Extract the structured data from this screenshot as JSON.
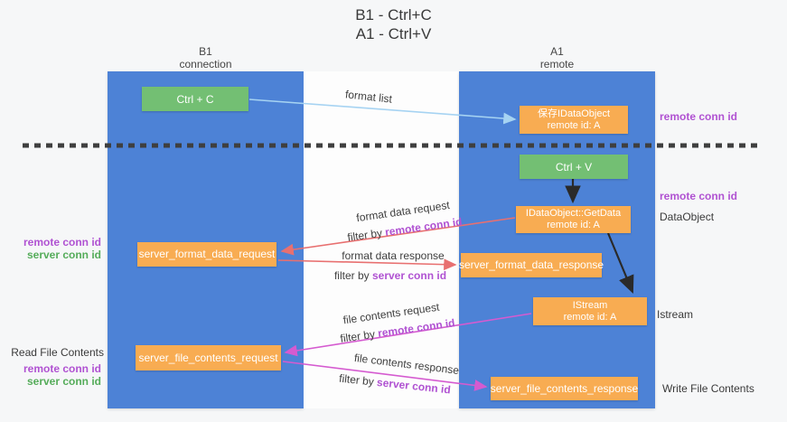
{
  "title": {
    "line1": "B1 - Ctrl+C",
    "line2": "A1 - Ctrl+V"
  },
  "columns": {
    "left": {
      "header_line1": "B1",
      "header_line2": "connection"
    },
    "right": {
      "header_line1": "A1",
      "header_line2": "remote"
    }
  },
  "boxes": {
    "ctrl_c": "Ctrl + C",
    "ctrl_v": "Ctrl + V",
    "save_dataobject_line1": "保存IDataObject",
    "save_dataobject_line2": "remote id: A",
    "getdata_line1": "IDataObject::GetData",
    "getdata_line2": "remote id: A",
    "istream_line1": "IStream",
    "istream_line2": "remote id: A",
    "format_request": "server_format_data_request",
    "format_response": "server_format_data_response",
    "file_request": "server_file_contents_request",
    "file_response": "server_file_contents_response"
  },
  "arrow_labels": {
    "format_list": "format list",
    "format_data_request": "format data request",
    "format_data_response": "format data response",
    "file_contents_request": "file contents request",
    "file_contents_response": "file contents response",
    "filter_by": "filter by ",
    "remote_conn_id": "remote conn id",
    "server_conn_id": "server conn id"
  },
  "side_labels": {
    "remote_conn_id": "remote conn id",
    "server_conn_id": "server conn id",
    "dataobject": "DataObject",
    "istream": "Istream",
    "read_file_contents": "Read File Contents",
    "write_file_contents": "Write File Contents"
  },
  "colors": {
    "lane_blue": "#4d82d6",
    "box_green": "#73bf73",
    "box_orange": "#f8ac52",
    "purple_label": "#b052d2",
    "green_label": "#55ac5a",
    "arrow_red": "#e87070",
    "arrow_magenta": "#d55bd0",
    "arrow_lightblue": "#a6d3f2",
    "arrow_black": "#2a2a2a"
  }
}
